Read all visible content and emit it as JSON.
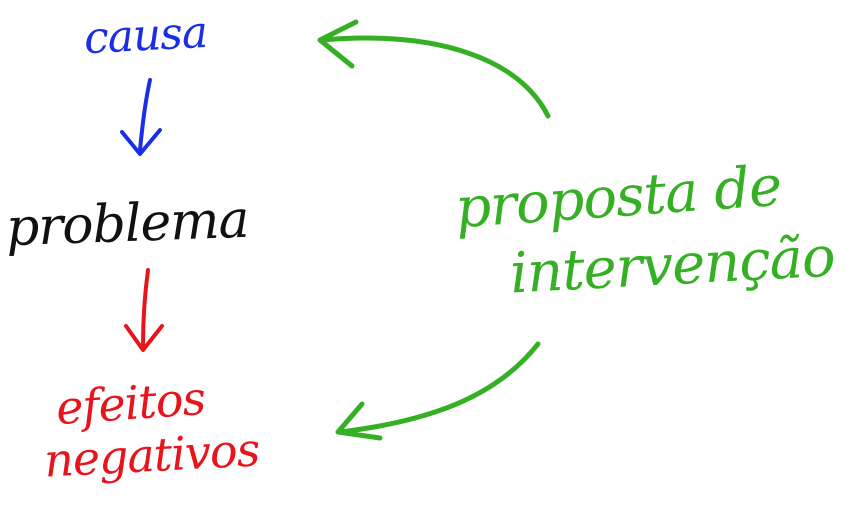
{
  "nodes": {
    "causa": {
      "text": "causa"
    },
    "problema": {
      "text": "problema"
    },
    "efeitos": {
      "line1": "efeitos",
      "line2": "negativos"
    },
    "proposta": {
      "line1": "proposta de",
      "line2": "intervenção"
    }
  },
  "colors": {
    "causa": "#1a2ee8",
    "problema": "#111111",
    "efeitos": "#e8141c",
    "proposta": "#35b024"
  },
  "edges": [
    {
      "from": "causa",
      "to": "problema",
      "color": "#1a2ee8"
    },
    {
      "from": "problema",
      "to": "efeitos",
      "color": "#e8141c"
    },
    {
      "from": "proposta",
      "to": "causa",
      "color": "#35b024"
    },
    {
      "from": "proposta",
      "to": "efeitos",
      "color": "#35b024"
    }
  ]
}
